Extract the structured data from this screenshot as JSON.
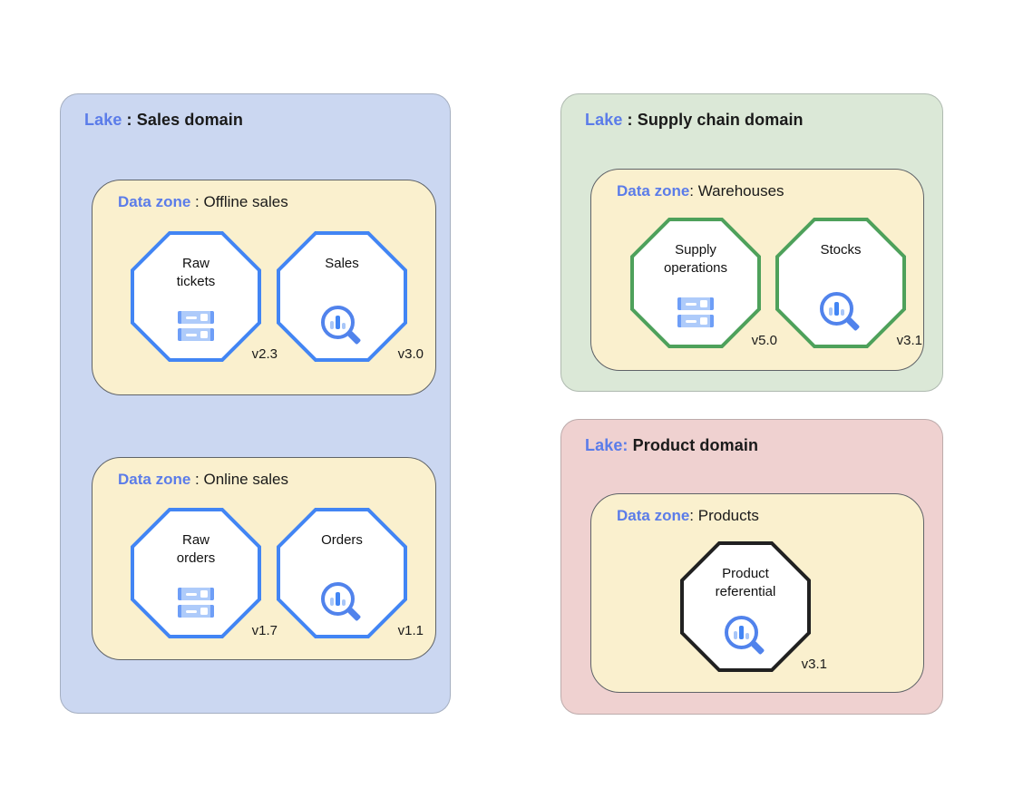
{
  "colors": {
    "lake_sales_bg": "#CBD7F1",
    "lake_supply_bg": "#DBE8D7",
    "lake_product_bg": "#EFD1D0",
    "zone_bg": "#FAF0CE",
    "accent_text_blue": "#5B7CE9",
    "octagon_blue": "#4285F4",
    "octagon_green": "#4EA15B",
    "octagon_black": "#212121",
    "icon_light_blue": "#AECBFA",
    "icon_mid_blue": "#6E9EF7",
    "icon_strong_blue": "#5183EC"
  },
  "lakes": [
    {
      "title": {
        "prefix": "Lake",
        "rest": " : Sales domain"
      },
      "zones": [
        {
          "title": {
            "prefix": "Data zone",
            "rest": " : Offline sales"
          },
          "assets": [
            {
              "label": "Raw\ntickets",
              "version": "v2.3",
              "icon": "datasets-icon"
            },
            {
              "label": "Sales",
              "version": "v3.0",
              "icon": "search-chart-icon"
            }
          ]
        },
        {
          "title": {
            "prefix": "Data zone",
            "rest": " : Online sales"
          },
          "assets": [
            {
              "label": "Raw\norders",
              "version": "v1.7",
              "icon": "datasets-icon"
            },
            {
              "label": "Orders",
              "version": "v1.1",
              "icon": "search-chart-icon"
            }
          ]
        }
      ]
    },
    {
      "title": {
        "prefix": "Lake",
        "rest": " : Supply chain domain"
      },
      "zones": [
        {
          "title": {
            "prefix": "Data zone",
            "rest": ": Warehouses"
          },
          "assets": [
            {
              "label": "Supply\noperations",
              "version": "v5.0",
              "icon": "datasets-icon"
            },
            {
              "label": "Stocks",
              "version": "v3.1",
              "icon": "search-chart-icon"
            }
          ]
        }
      ]
    },
    {
      "title": {
        "prefix": "Lake:",
        "rest": " Product domain"
      },
      "zones": [
        {
          "title": {
            "prefix": "Data zone",
            "rest": ": Products"
          },
          "assets": [
            {
              "label": "Product\nreferential",
              "version": "v3.1",
              "icon": "search-chart-icon"
            }
          ]
        }
      ]
    }
  ]
}
